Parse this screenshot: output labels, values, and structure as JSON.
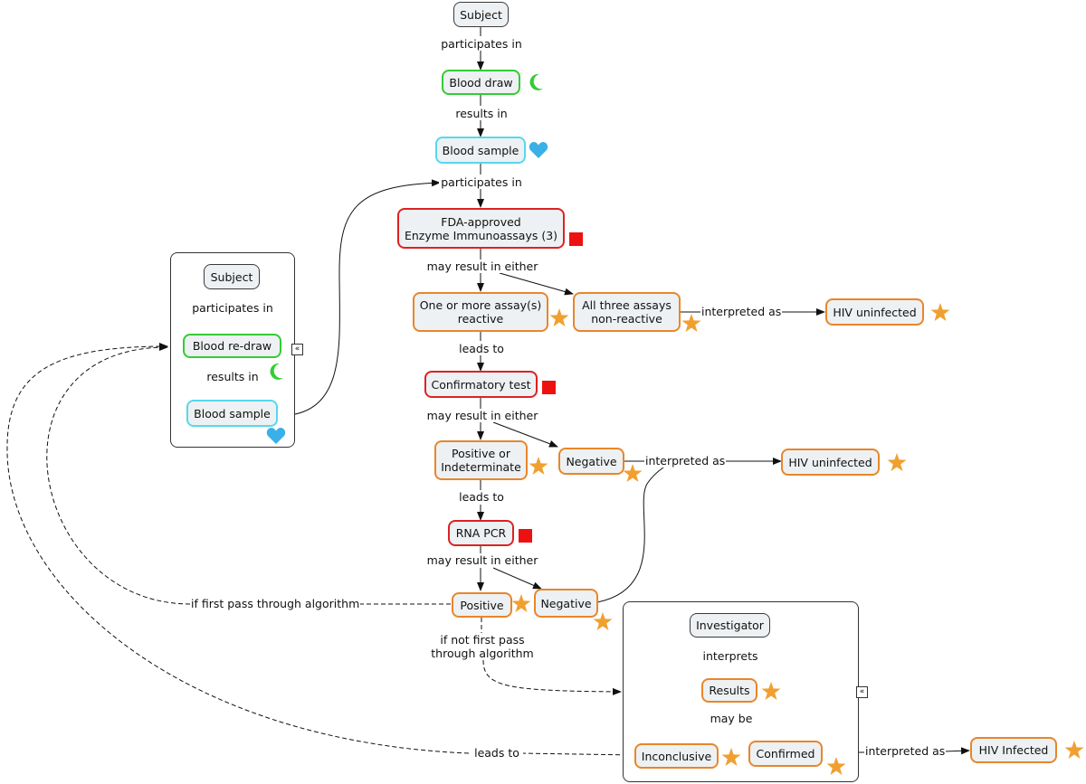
{
  "nodes": {
    "subject_top": "Subject",
    "blood_draw": "Blood draw",
    "blood_sample_top": "Blood sample",
    "eia": "FDA-approved\nEnzyme Immunoassays (3)",
    "reactive": "One or more assay(s)\nreactive",
    "nonreactive": "All three assays\nnon-reactive",
    "hiv_uninfected_1": "HIV uninfected",
    "confirmatory": "Confirmatory test",
    "pos_indet": "Positive or\nIndeterminate",
    "negative_1": "Negative",
    "hiv_uninfected_2": "HIV uninfected",
    "rna_pcr": "RNA PCR",
    "positive": "Positive",
    "negative_2": "Negative",
    "subject_left": "Subject",
    "blood_redraw": "Blood re-draw",
    "blood_sample_left": "Blood sample",
    "investigator": "Investigator",
    "results": "Results",
    "inconclusive": "Inconclusive",
    "confirmed": "Confirmed",
    "hiv_infected": "HIV Infected"
  },
  "links": {
    "participates_in_1": "participates in",
    "results_in_1": "results in",
    "participates_in_2": "participates in",
    "may_result_1": "may result in either",
    "interpreted_as_1": "interpreted as",
    "leads_to_1": "leads to",
    "may_result_2": "may result in either",
    "interpreted_as_2": "interpreted as",
    "leads_to_2": "leads to",
    "may_result_3": "may result in either",
    "if_first_pass": "if first pass through algorithm",
    "if_not_first_pass": "if not first pass\nthrough algorithm",
    "participates_in_left": "participates in",
    "results_in_left": "results in",
    "interprets": "interprets",
    "may_be": "may be",
    "leads_to_3": "leads to",
    "interpreted_as_3": "interpreted as"
  },
  "collapse_glyph": "«",
  "colors": {
    "green": "#33cc33",
    "cyan": "#55d8ee",
    "red": "#dd2222",
    "orange": "#e8862a",
    "star": "#f0a030",
    "square": "#ee1111",
    "heart": "#3ab0e8",
    "moon": "#33cc33"
  },
  "icons": {
    "green_nodes": "moon-icon",
    "cyan_nodes": "heart-icon",
    "red_nodes": "square-icon",
    "orange_nodes": "star-icon"
  }
}
